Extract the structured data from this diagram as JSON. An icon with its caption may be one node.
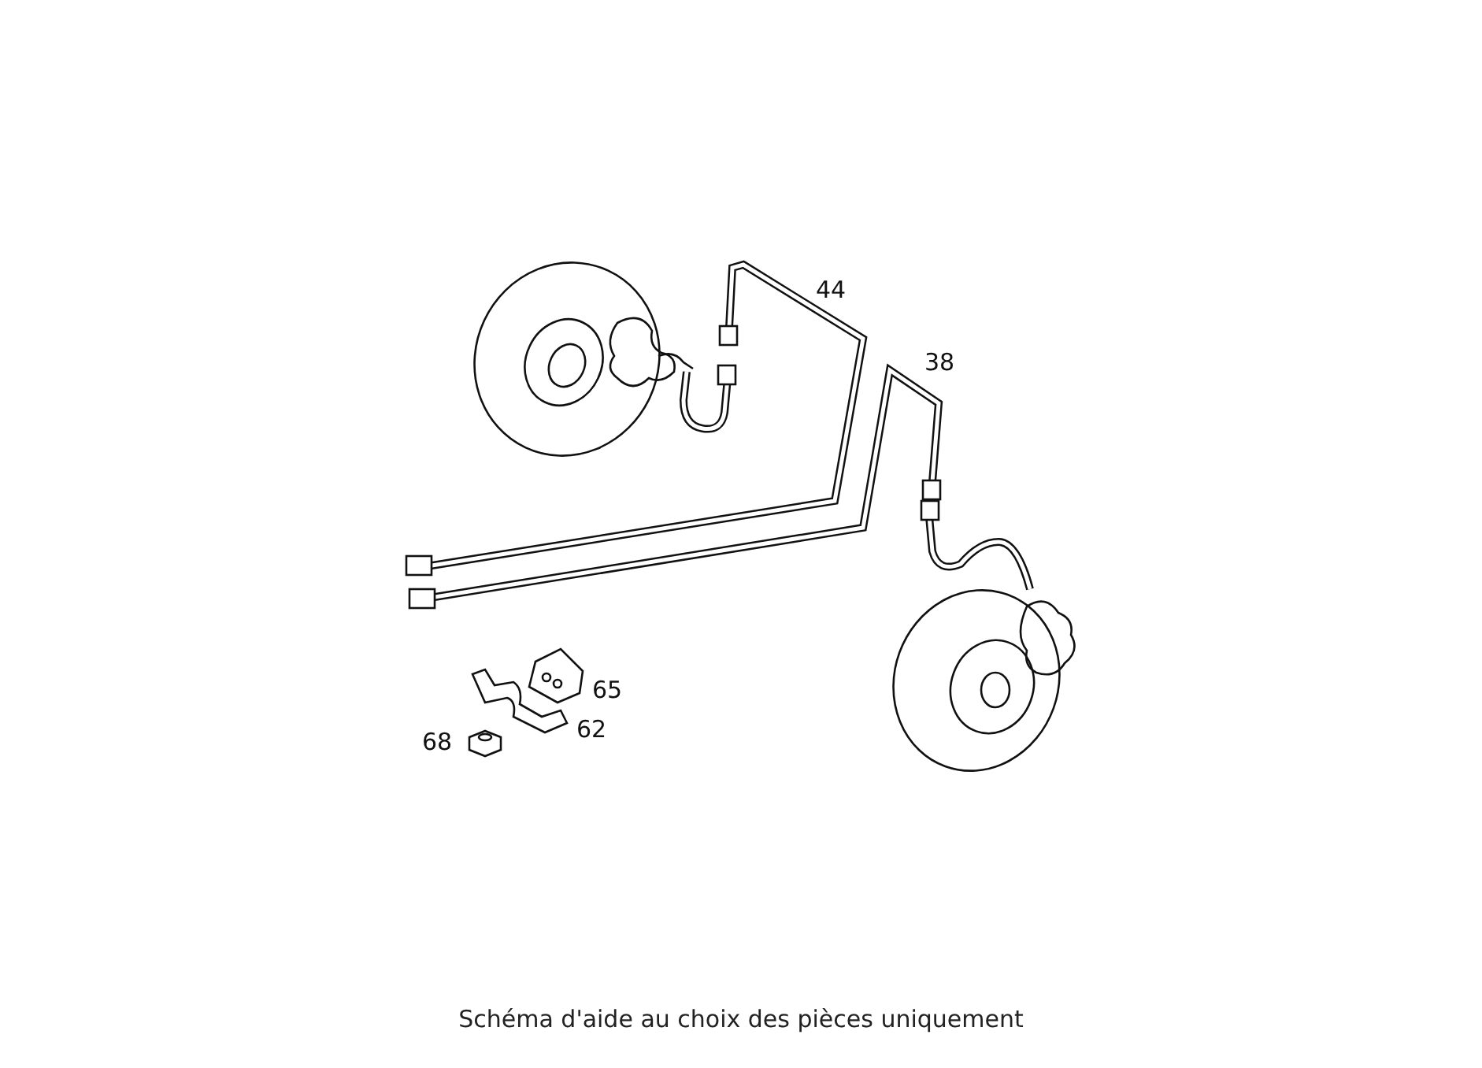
{
  "diagram": {
    "caption": "Schéma d'aide au choix des pièces uniquement",
    "labels": [
      "44",
      "38",
      "65",
      "62",
      "68"
    ]
  }
}
